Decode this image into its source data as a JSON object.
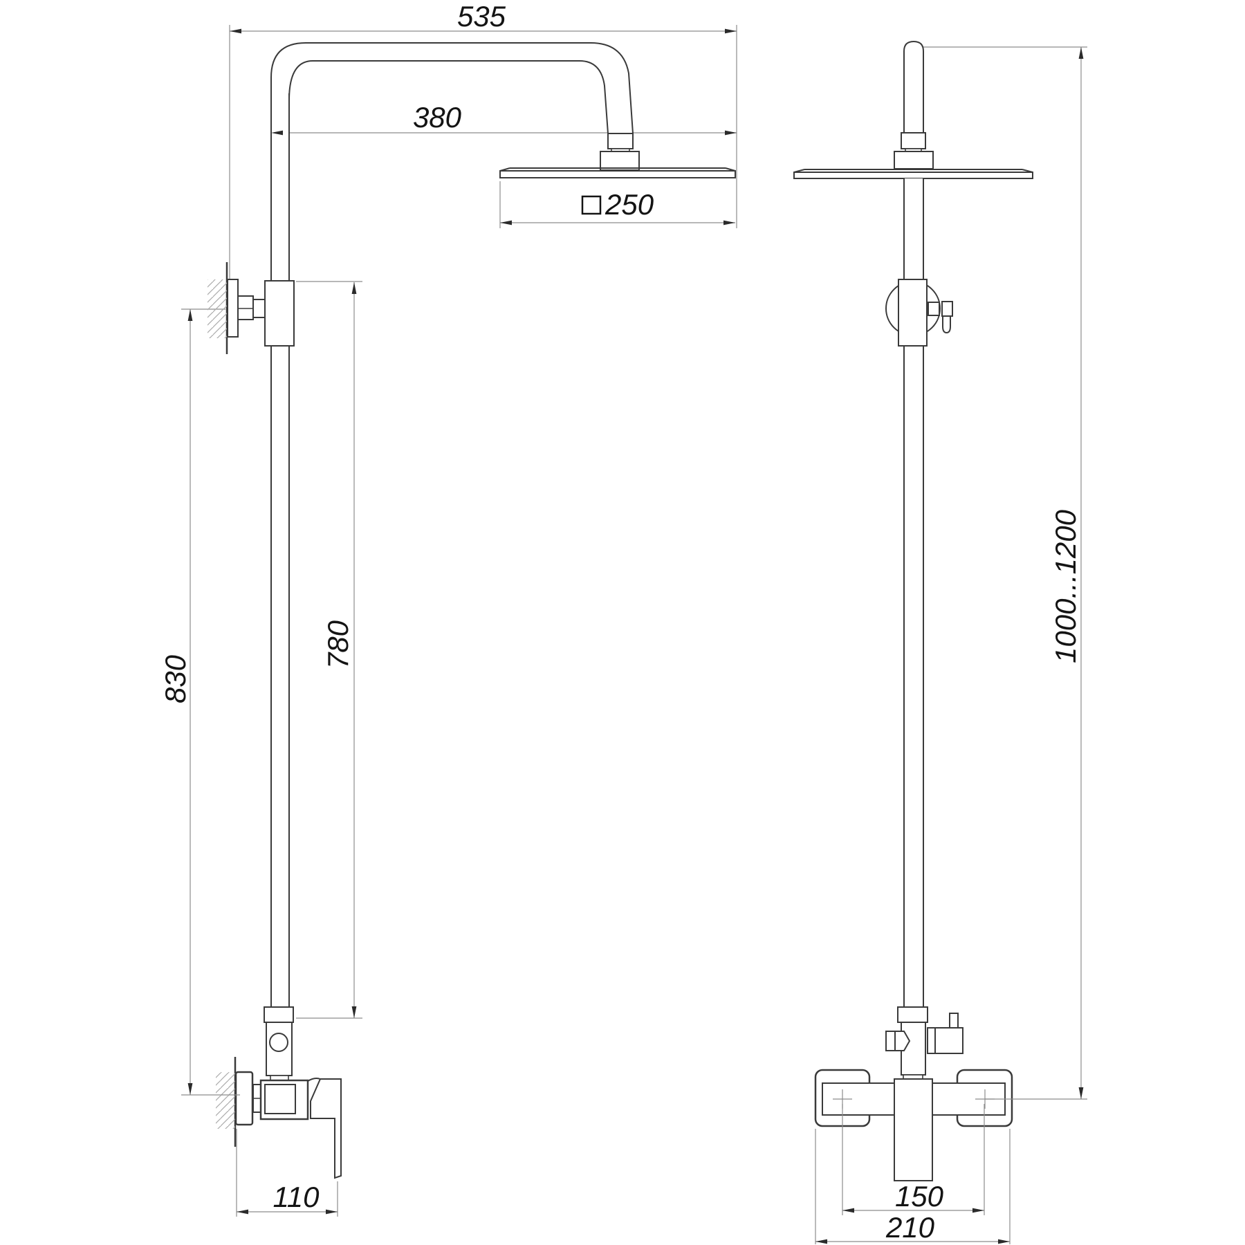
{
  "dimensions": {
    "arm_overall_width": "535",
    "arm_projection": "380",
    "head_size": "250",
    "head_size_symbol": "square",
    "wall_bracket_span": "830",
    "riser_pipe_length": "780",
    "mixer_body_depth": "110",
    "column_height_range": "1000...1200",
    "union_spacing": "150",
    "mixer_overall_width": "210"
  },
  "colors": {
    "object_line": "#3a3a3a",
    "dimension_line": "#8c8c8c",
    "arrow": "#2b2b2b",
    "text_color": "#141414",
    "hatch": "#ababab",
    "background": "#ffffff"
  }
}
